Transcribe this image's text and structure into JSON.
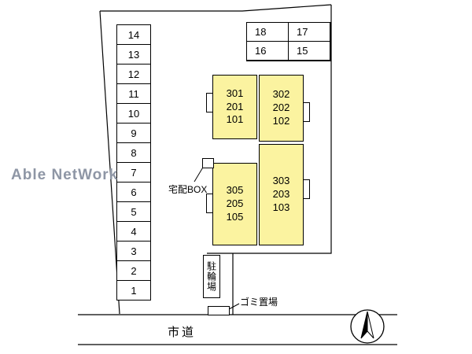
{
  "watermark": "Able NetWork",
  "parking_left": {
    "cells": [
      "14",
      "13",
      "12",
      "11",
      "10",
      "9",
      "8",
      "7",
      "6",
      "5",
      "4",
      "3",
      "2",
      "1"
    ]
  },
  "parking_top_right": {
    "cells": [
      "18",
      "17",
      "16",
      "15"
    ]
  },
  "building": {
    "room_301": "301\n201\n101",
    "room_302": "302\n202\n102",
    "room_305": "305\n205\n105",
    "room_303": "303\n203\n103"
  },
  "labels": {
    "delivery_box": "宅配BOX",
    "bicycle_parking": "駐輪場",
    "garbage_area": "ゴミ置場",
    "road": "市道"
  },
  "colors": {
    "room_fill": "#FBF3A0",
    "line": "#000000",
    "watermark": "#8E96A5"
  }
}
